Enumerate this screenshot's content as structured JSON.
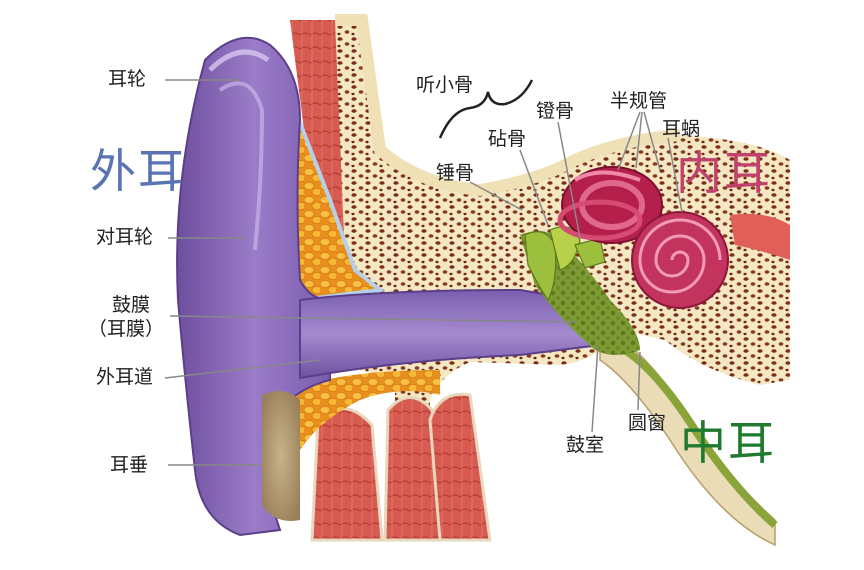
{
  "labels": {
    "helix": "耳轮",
    "antihelix": "对耳轮",
    "eardrum": "鼓膜",
    "eardrum_alt": "（耳膜）",
    "ear_canal": "外耳道",
    "earlobe": "耳垂",
    "ossicles": "听小骨",
    "incus": "砧骨",
    "stapes": "镫骨",
    "malleus": "锤骨",
    "semicircular_canals": "半规管",
    "cochlea": "耳蜗",
    "tympanic_cavity": "鼓室",
    "round_window": "圆窗"
  },
  "regions": {
    "outer_ear": "外耳",
    "inner_ear": "内耳",
    "middle_ear": "中耳"
  },
  "colors": {
    "outer_ear": "#5a73b3",
    "inner_ear": "#c0416b",
    "middle_ear": "#1f7a2e",
    "skin": "#8b6bb8",
    "cartilage": "#f2a93b",
    "bone": "#f3e6bf",
    "muscle": "#d9534f",
    "cochlea": "#c2335e",
    "tube": "#6a8a2a"
  }
}
